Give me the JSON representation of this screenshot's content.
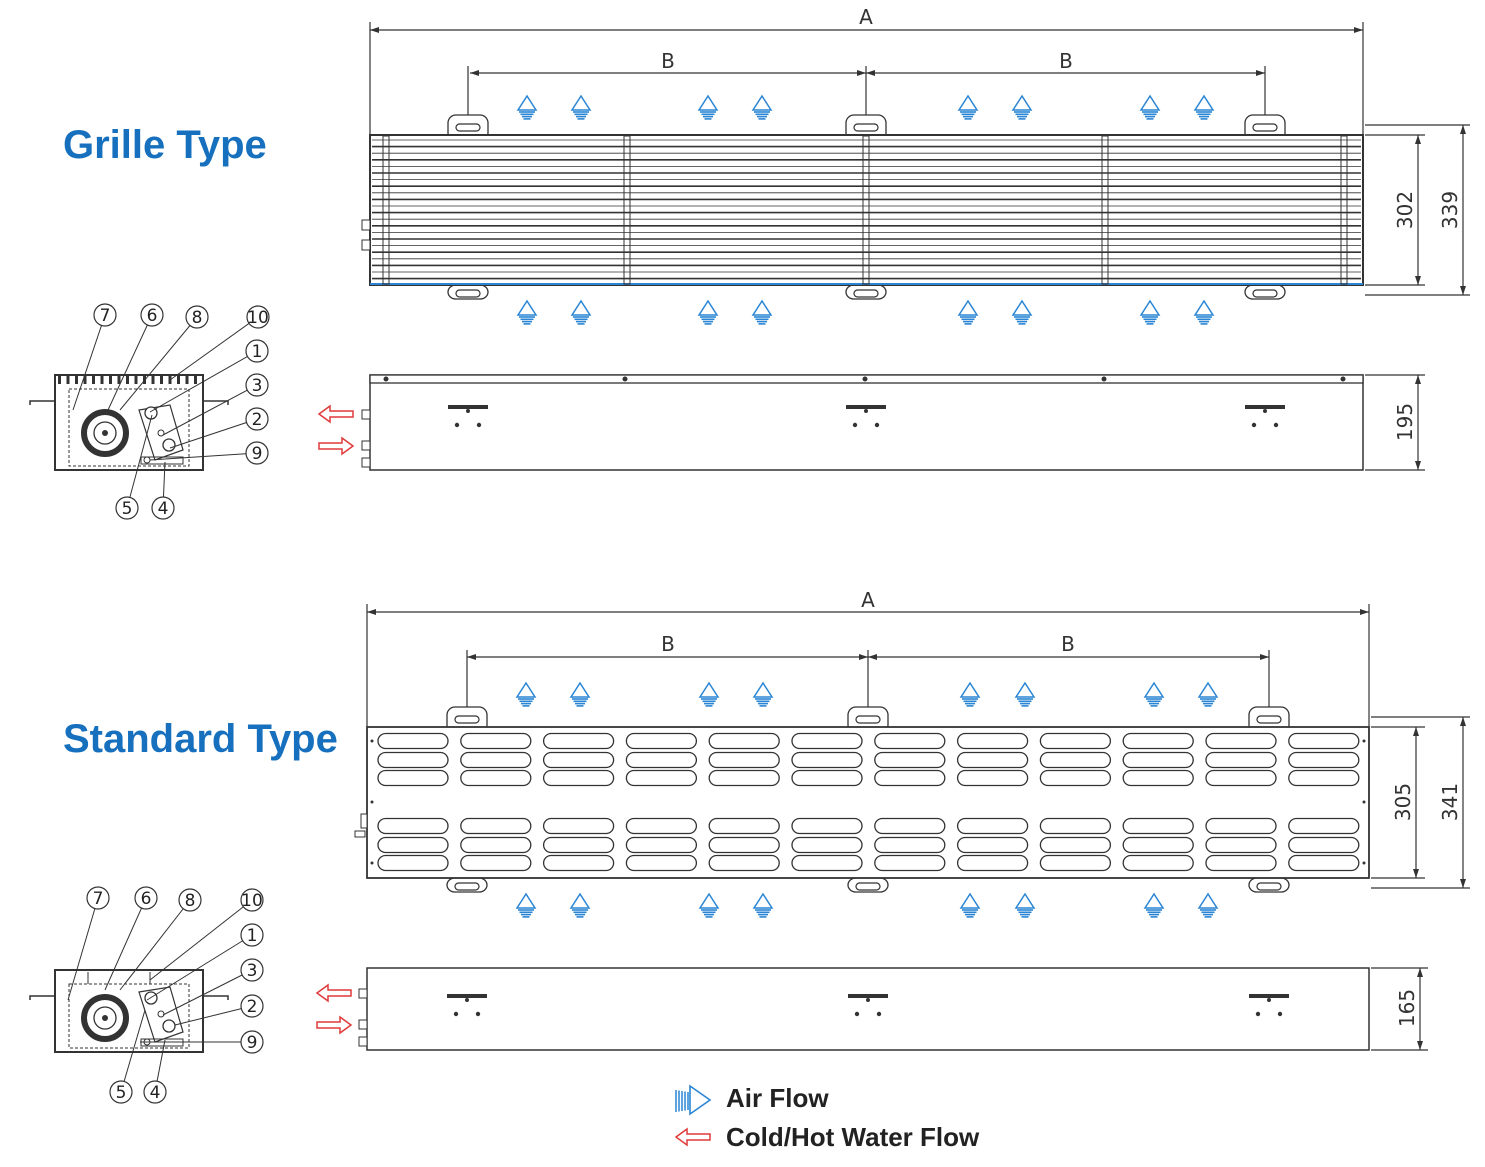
{
  "colors": {
    "title": "#1670be",
    "air": "#2a86d4",
    "water": "#e03a3a",
    "line": "#333333"
  },
  "grille": {
    "title": "Grille Type",
    "dim_a": "A",
    "dim_b1": "B",
    "dim_b2": "B",
    "dim_width": "302",
    "dim_total_width": "339",
    "dim_height": "195"
  },
  "standard": {
    "title": "Standard Type",
    "dim_a": "A",
    "dim_b1": "B",
    "dim_b2": "B",
    "dim_width": "305",
    "dim_total_width": "341",
    "dim_height": "165"
  },
  "callouts": [
    "7",
    "6",
    "8",
    "10",
    "1",
    "3",
    "2",
    "9",
    "5",
    "4"
  ],
  "legend": {
    "air_flow": "Air Flow",
    "water_flow": "Cold/Hot Water Flow",
    "air_icon": "air-flow-icon",
    "water_icon": "water-flow-arrow-icon"
  }
}
